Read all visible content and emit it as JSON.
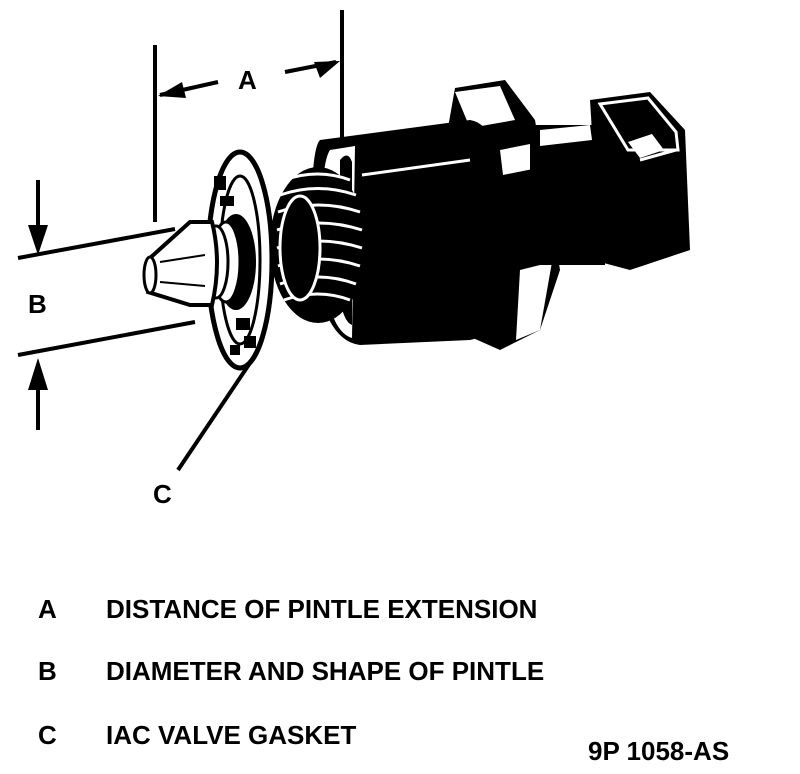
{
  "callouts": {
    "a": "A",
    "b": "B",
    "c": "C"
  },
  "legend": [
    {
      "key": "A",
      "desc": "DISTANCE OF PINTLE EXTENSION"
    },
    {
      "key": "B",
      "desc": "DIAMETER AND SHAPE OF PINTLE"
    },
    {
      "key": "C",
      "desc": "IAC VALVE GASKET"
    }
  ],
  "figure_id": "9P 1058-AS",
  "colors": {
    "ink": "#000000",
    "paper": "#ffffff"
  }
}
